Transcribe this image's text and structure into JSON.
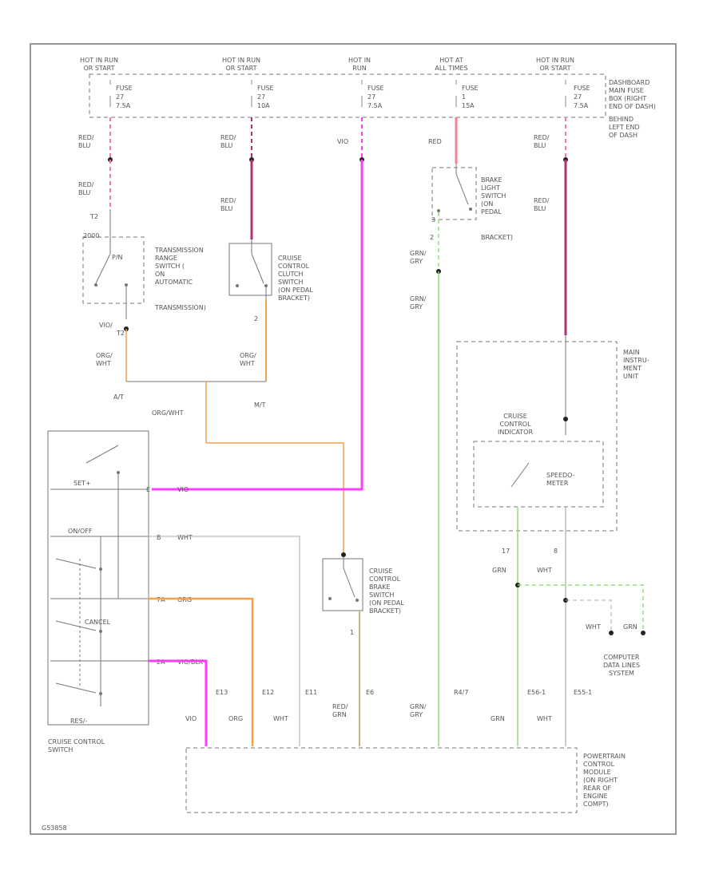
{
  "sources": [
    {
      "l1": "HOT IN RUN",
      "l2": "OR START",
      "fuse": "FUSE",
      "num": "27",
      "amp": "7.5A"
    },
    {
      "l1": "HOT IN RUN",
      "l2": "OR START",
      "fuse": "FUSE",
      "num": "27",
      "amp": "10A"
    },
    {
      "l1": "HOT IN",
      "l2": "RUN",
      "fuse": "FUSE",
      "num": "27",
      "amp": "7.5A"
    },
    {
      "l1": "HOT AT",
      "l2": "ALL TIMES",
      "fuse": "FUSE",
      "num": "1",
      "amp": "15A"
    },
    {
      "l1": "HOT IN RUN",
      "l2": "OR START",
      "fuse": "FUSE",
      "num": "27",
      "amp": "7.5A"
    }
  ],
  "fuse_box": [
    "DASHBOARD",
    "MAIN FUSE",
    "BOX (RIGHT",
    "END OF DASH)"
  ],
  "fuse_box_note": [
    "BEHIND",
    "LEFT END",
    "OF DASH"
  ],
  "wires": {
    "red_blu": [
      "RED/",
      "BLU"
    ],
    "red": "RED",
    "vio": "VIO",
    "grn_gry": [
      "GRN/",
      "GRY"
    ],
    "org_wht": [
      "ORG/",
      "WHT"
    ],
    "org_wht_inline": "ORG/WHT",
    "vio_blk": [
      "VIO/",
      "BLK"
    ],
    "wht": "WHT",
    "grn": "GRN",
    "red_grn": [
      "RED/",
      "GRN"
    ]
  },
  "trans_switch": [
    "TRANSMISSION",
    "RANGE",
    "SWITCH (",
    "ON",
    "AUTOMATIC",
    "TRANSMISSION)"
  ],
  "trans_pins": {
    "a": "T2",
    "b": "2000",
    "c": "P/N"
  },
  "clutch_switch": [
    "CRUISE",
    "CONTROL",
    "CLUTCH",
    "SWITCH",
    "(ON PEDAL",
    "BRACKET)"
  ],
  "brake_light_switch": [
    "BRAKE",
    "LIGHT",
    "SWITCH",
    "(ON",
    "PEDAL",
    "BRACKET)"
  ],
  "brake_switch": [
    "CRUISE",
    "CONTROL",
    "BRAKE",
    "SWITCH",
    "(ON PEDAL",
    "BRACKET)"
  ],
  "cluster": [
    "MAIN",
    "INSTRU-",
    "MENT",
    "UNIT"
  ],
  "indicator": [
    "CRUISE",
    "CONTROL",
    "INDICATOR"
  ],
  "speedometer": [
    "SPEEDO-",
    "METER"
  ],
  "at_label": "A/T",
  "mt_label": "M/T",
  "cc_switch": {
    "set": "SET+",
    "on_off": "ON/OFF",
    "cancel": "CANCEL",
    "resume": "RES/-",
    "title": [
      "CRUISE CONTROL",
      "SWITCH"
    ],
    "pins": [
      "E",
      "B",
      "7A",
      "2A"
    ],
    "pin_labels": [
      "VIO",
      "WHT",
      "ORG",
      "VIO/BLK"
    ]
  },
  "pcm_pins": [
    "E13",
    "E12",
    "E11",
    "E6",
    "R4/7",
    "E56-1",
    "E55-1"
  ],
  "pcm_wires": [
    "VIO",
    "ORG",
    "WHT",
    "RED/",
    "GRN/",
    "GRN",
    "WHT"
  ],
  "pcm": [
    "POWERTRAIN",
    "CONTROL",
    "MODULE",
    "(ON RIGHT",
    "REAR OF",
    "ENGINE",
    "COMPT)"
  ],
  "data_lines": [
    "COMPUTER",
    "DATA LINES",
    "SYSTEM"
  ],
  "dl_wires": {
    "a": "WHT",
    "b": "GRN"
  },
  "cluster_pins": {
    "a": "17",
    "b": "8"
  },
  "pin_misc": {
    "t1": "1",
    "t2": "2",
    "c1": "2",
    "c2": "1",
    "bl": "2",
    "br": "3"
  },
  "footer": "G53858",
  "colors": {
    "pink": "#f57f8f",
    "magenta": "#ff3cff",
    "violet": "#b0317a",
    "orange": "#f5a050",
    "green": "#8ee07a",
    "tan": "#c8b47a",
    "gray": "#aaaaaa"
  }
}
